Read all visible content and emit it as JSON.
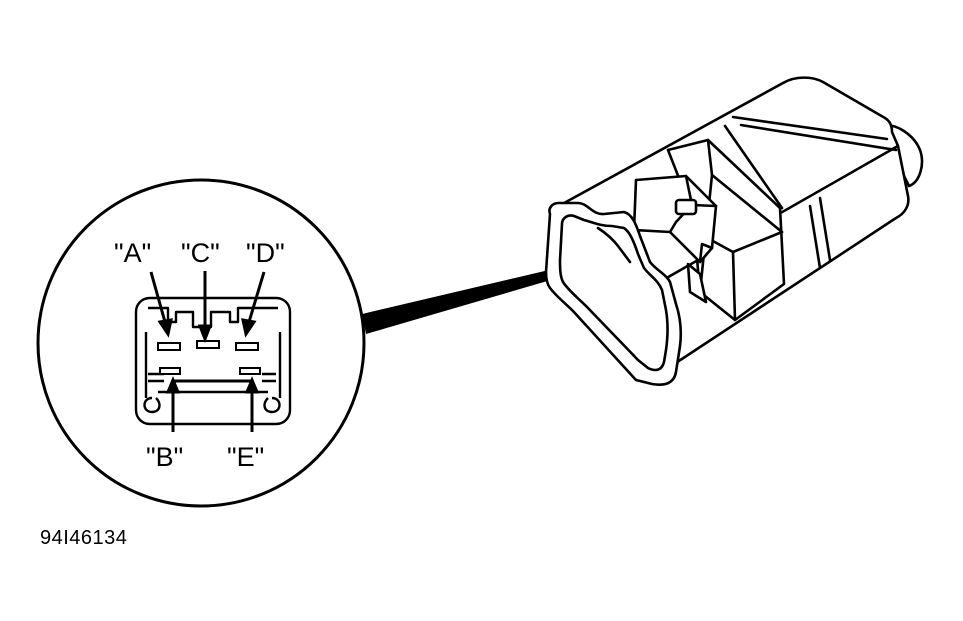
{
  "diagram": {
    "pin_labels": {
      "a": "\"A\"",
      "b": "\"B\"",
      "c": "\"C\"",
      "d": "\"D\"",
      "e": "\"E\""
    },
    "figure_id": "94I46134"
  }
}
